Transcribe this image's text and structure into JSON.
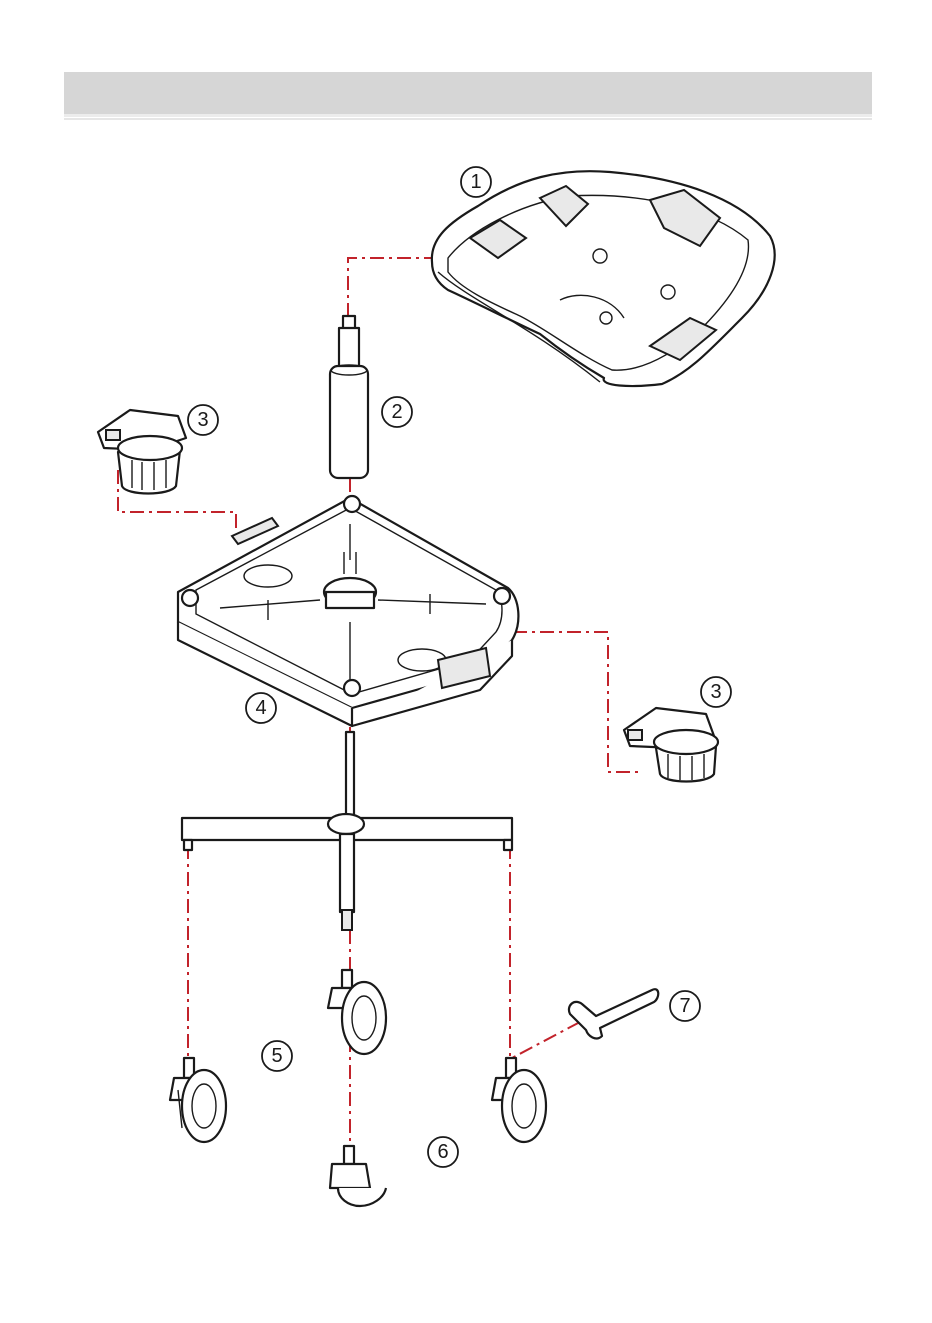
{
  "header": {
    "title": ""
  },
  "callouts": [
    {
      "id": "callout-1",
      "label": "1"
    },
    {
      "id": "callout-2",
      "label": "2"
    },
    {
      "id": "callout-3a",
      "label": "3"
    },
    {
      "id": "callout-3b",
      "label": "3"
    },
    {
      "id": "callout-4",
      "label": "4"
    },
    {
      "id": "callout-5",
      "label": "5"
    },
    {
      "id": "callout-6",
      "label": "6"
    },
    {
      "id": "callout-7",
      "label": "7"
    }
  ],
  "colors": {
    "guide_line": "#c2232b",
    "outline": "#1a1a1a",
    "header_bar": "#d6d6d6"
  }
}
